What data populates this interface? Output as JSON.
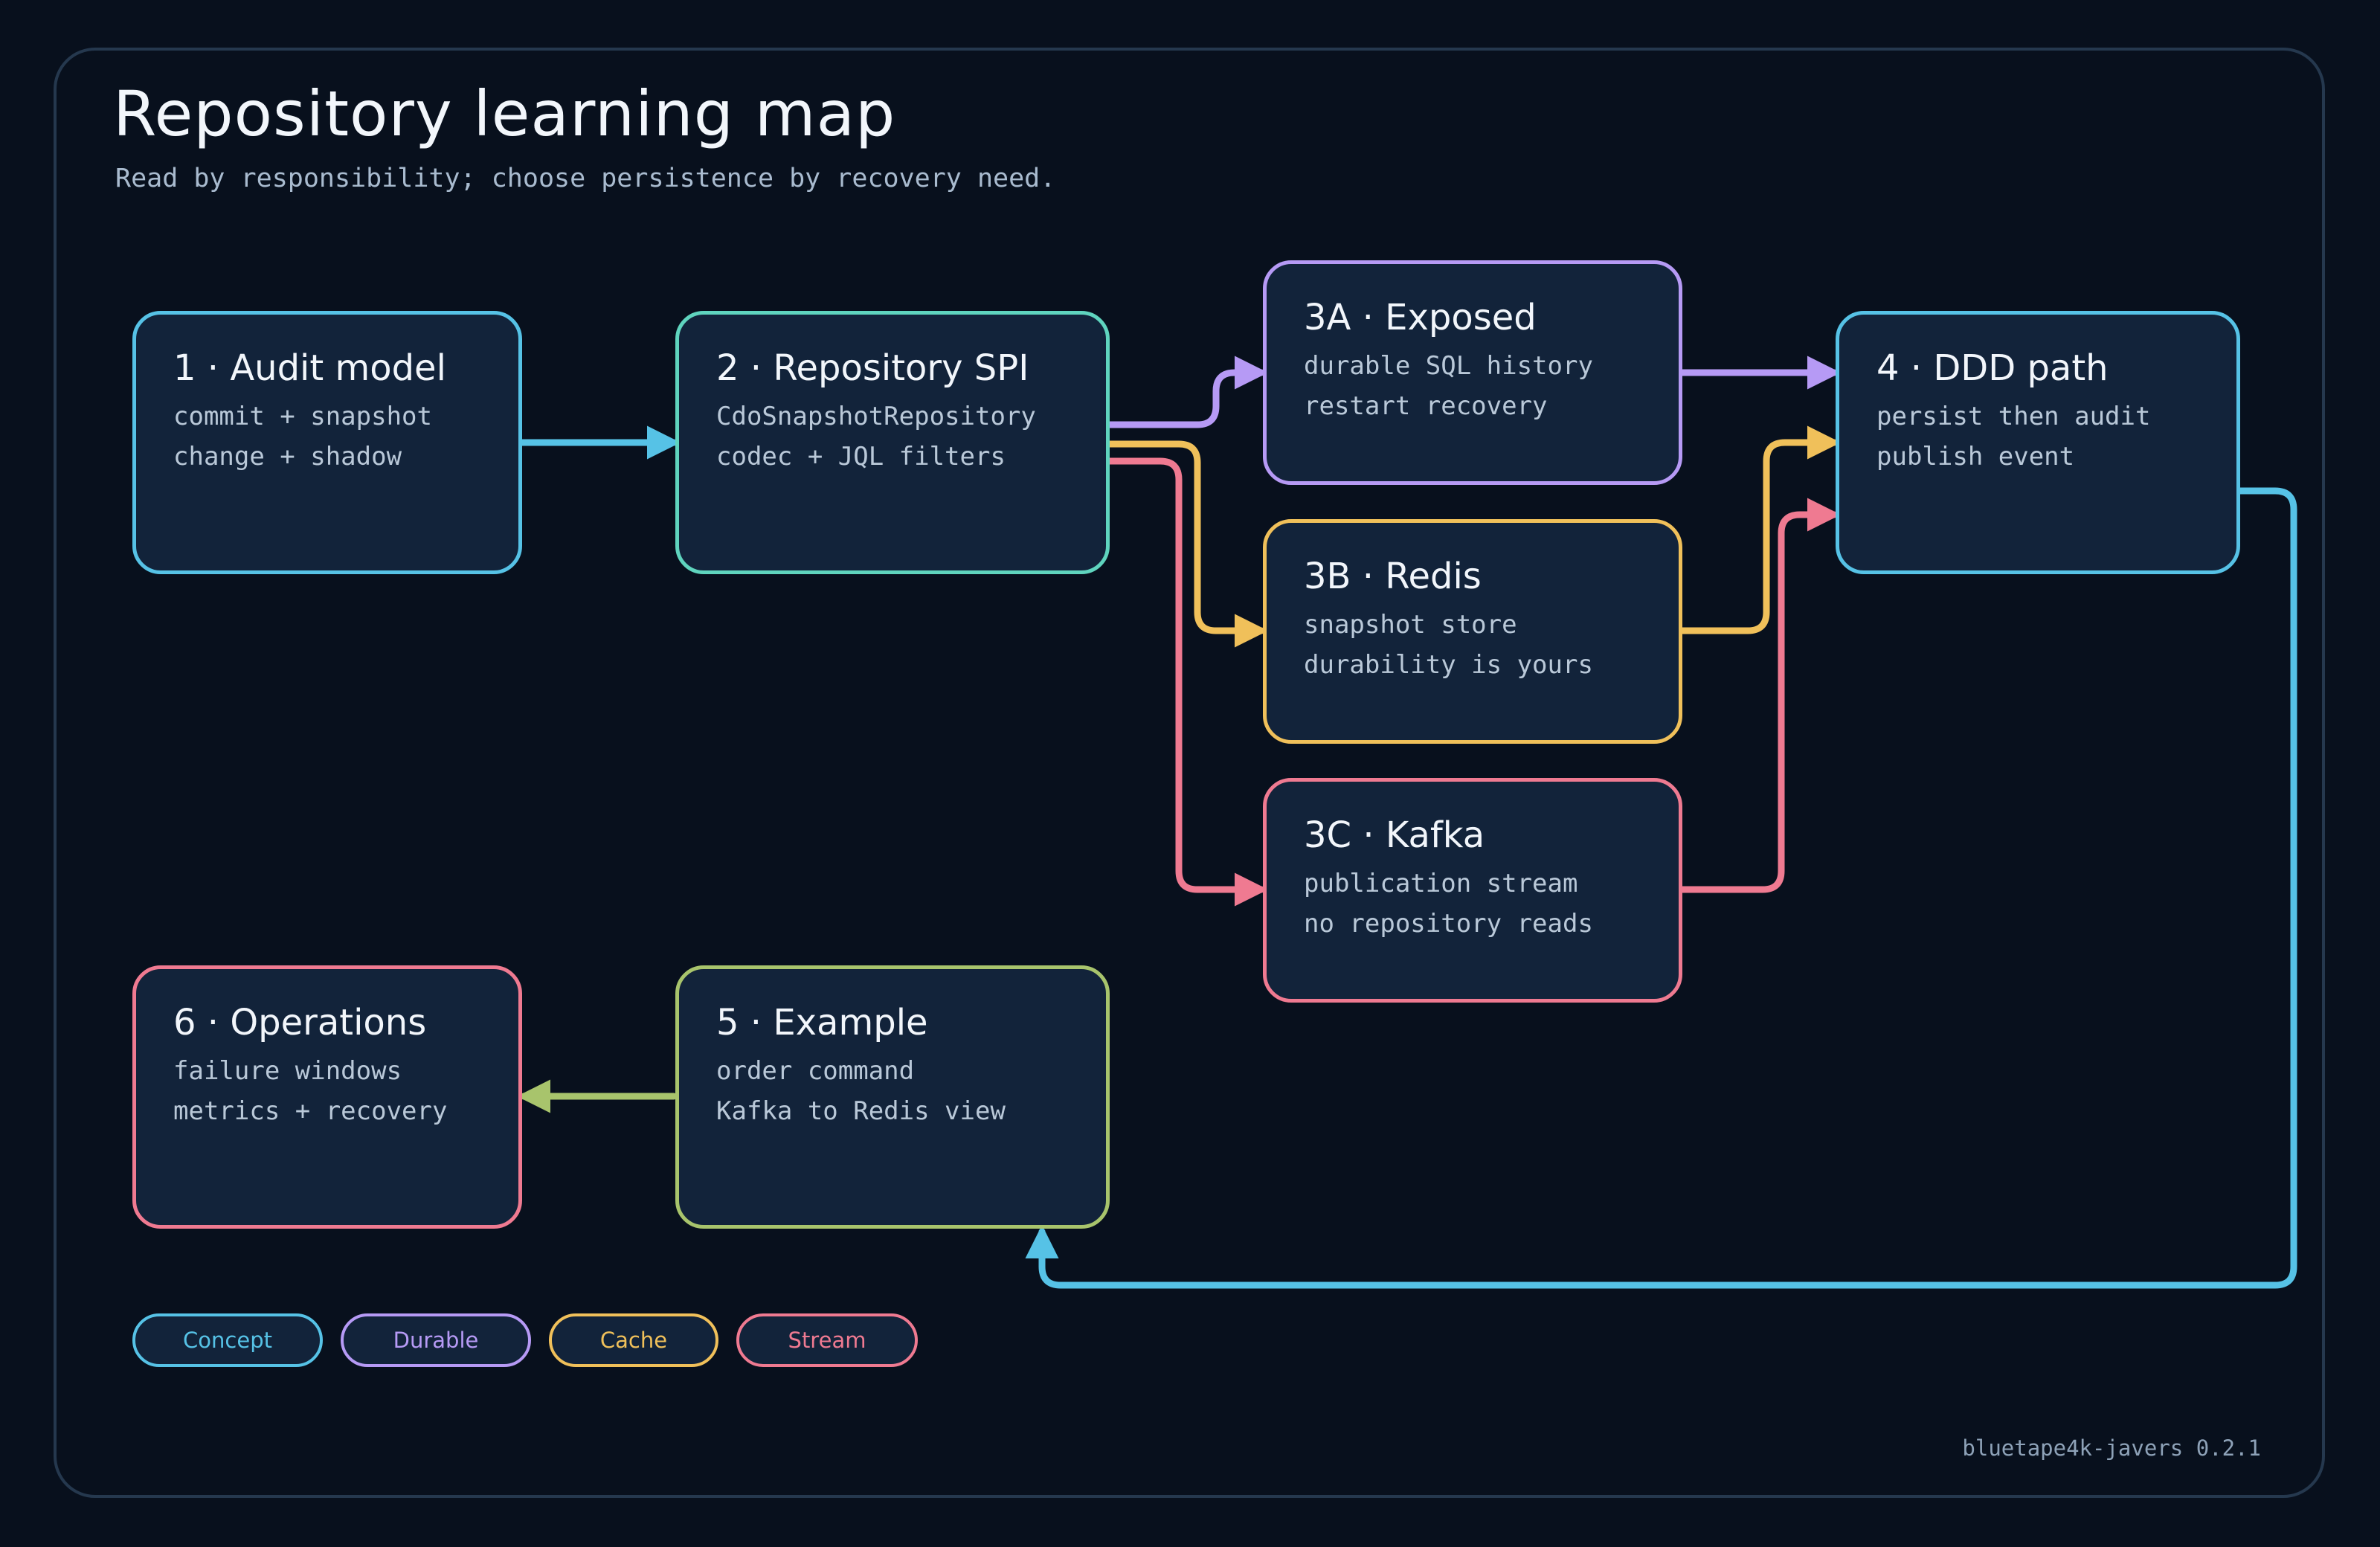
{
  "title": "Repository learning map",
  "subtitle": "Read by responsibility; choose persistence by recovery need.",
  "colors": {
    "background": "#08101d",
    "node_fill": "#12233a",
    "concept": "#56c2e6",
    "spi": "#5fd4be",
    "durable": "#b69af5",
    "cache": "#f0c05a",
    "stream": "#ef7a91",
    "example": "#a8c46c"
  },
  "nodes": {
    "audit": {
      "title": "1 · Audit model",
      "lines": [
        "commit + snapshot",
        "change + shadow"
      ]
    },
    "spi": {
      "title": "2 · Repository SPI",
      "lines": [
        "CdoSnapshotRepository",
        "codec + JQL filters"
      ]
    },
    "exposed": {
      "title": "3A · Exposed",
      "lines": [
        "durable SQL history",
        "restart recovery"
      ]
    },
    "redis": {
      "title": "3B · Redis",
      "lines": [
        "snapshot store",
        "durability is yours"
      ]
    },
    "kafka": {
      "title": "3C · Kafka",
      "lines": [
        "publication stream",
        "no repository reads"
      ]
    },
    "ddd": {
      "title": "4 · DDD path",
      "lines": [
        "persist then audit",
        "publish event"
      ]
    },
    "example": {
      "title": "5 · Example",
      "lines": [
        "order command",
        "Kafka to Redis view"
      ]
    },
    "operations": {
      "title": "6 · Operations",
      "lines": [
        "failure windows",
        "metrics + recovery"
      ]
    }
  },
  "legend": {
    "concept": "Concept",
    "durable": "Durable",
    "cache": "Cache",
    "stream": "Stream"
  },
  "footer": "bluetape4k-javers 0.2.1"
}
